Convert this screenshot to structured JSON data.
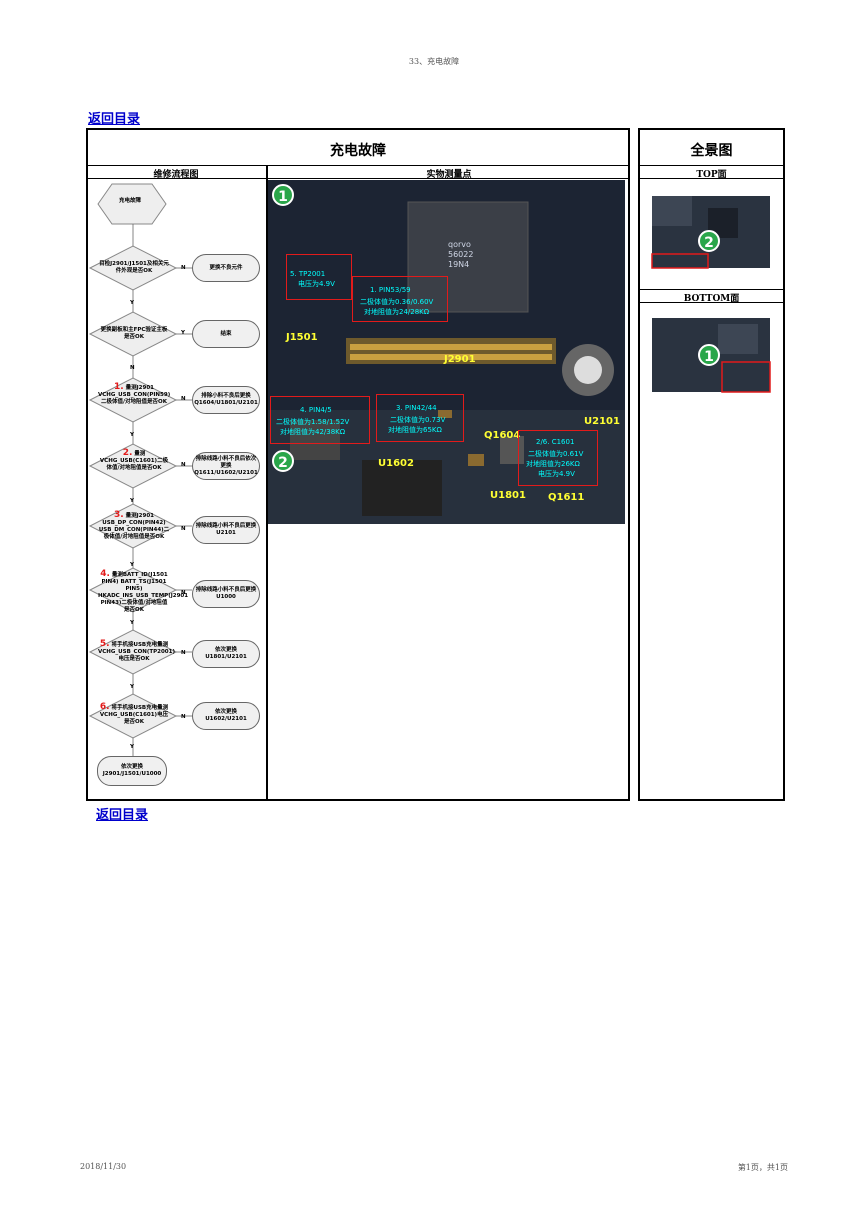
{
  "header": {
    "page_title": "33、充电故障"
  },
  "nav": {
    "back_label": "返回目录"
  },
  "table": {
    "main_title": "充电故障",
    "side_title": "全景图",
    "col_flow": "维修流程图",
    "col_points": "实物测量点",
    "top_label": "TOP面",
    "bottom_label": "BOTTOM面"
  },
  "flow": {
    "start": "充电故障",
    "q1": "目检J2901/J1501及相关元件外观是否OK",
    "r1": "更换不良元件",
    "q2": "更换副板和主FPC验证主板是否OK",
    "r2": "结束",
    "q3_num": "1.",
    "q3": "量测J2901 VCHG_USB_CON(PIN59)二极体值/对地阻值是否OK",
    "r3": "排除小料不良后更换Q1604/U1801/U2101",
    "q4_num": "2.",
    "q4": "量测VCHG_USB(C1601)二极体值/对地阻值是否OK",
    "r4": "排除线路小料不良后依次更换Q1611/U1602/U2101",
    "q5_num": "3.",
    "q5": "量测J2901 USB_DP_CON(PIN42) USB_DM_CON(PIN44)二极体值/对地阻值是否OK",
    "r5": "排除线路小料不良后更换U2101",
    "q6_num": "4.",
    "q6": "量测BATT_ID(J1501 PIN4) BATT_TS(J1501 PIN5) HKADC_INS_USB_TEMP(J2901 PIN43)二极体值/对地阻值是否OK",
    "r6": "排除线路小料不良后更换U1000",
    "q7_num": "5.",
    "q7": "将手机接USB充电量测VCHG_USB_CON(TP2001)电压是否OK",
    "r7": "依次更换U1801/U2101",
    "q8_num": "6.",
    "q8": "将手机接USB充电量测VCHG_USB(C1601)电压是否OK",
    "r8": "依次更换U1602/U2101",
    "end": "依次更换J2901/J1501/U1000",
    "yes": "Y",
    "no": "N"
  },
  "photo_labels": {
    "j2901": "J2901",
    "j1501": "J1501",
    "u2101": "U2101",
    "q1604": "Q1604",
    "u1602": "U1602",
    "u1801": "U1801",
    "q1611": "Q1611",
    "chip": "qorvo 56022 19N4",
    "a5": "5. TP2001",
    "a5v": "电压为4.9V",
    "a1": "1. PIN53/59",
    "a1d": "二极体值为0.36/0.60V",
    "a1r": "对地阻值为24/28KΩ",
    "a4": "4. PIN4/5",
    "a4d": "二极体值为1.58/1.52V",
    "a4r": "对地阻值为42/38KΩ",
    "a3": "3. PIN42/44",
    "a3d": "二极体值为0.73V",
    "a3r": "对地阻值为65KΩ",
    "a2": "2/6. C1601",
    "a2d": "二极体值为0.61V",
    "a2r": "对地阻值为26KΩ",
    "a2v": "电压为4.9V",
    "circle1": "1",
    "circle2": "2"
  },
  "footer": {
    "date": "2018/11/30",
    "page": "第1页，共1页"
  }
}
